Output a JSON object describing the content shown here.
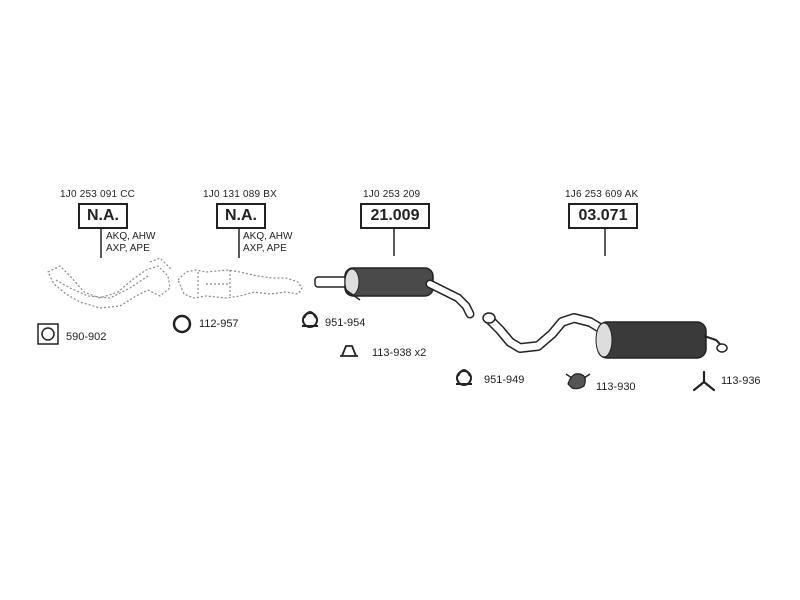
{
  "assemblies": [
    {
      "oem": "1J0 253 091 CC",
      "part": "N.A.",
      "engine_line1": "AKQ, AHW",
      "engine_line2": "AXP, APE"
    },
    {
      "oem": "1J0 131 089 BX",
      "part": "N.A.",
      "engine_line1": "AKQ, AHW",
      "engine_line2": "AXP, APE"
    },
    {
      "oem": "1J0 253 209",
      "part": "21.009"
    },
    {
      "oem": "1J6 253 609 AK",
      "part": "03.071"
    }
  ],
  "accessories": [
    {
      "code": "590-902",
      "icon": "gasket-icon"
    },
    {
      "code": "112-957",
      "icon": "ring-icon"
    },
    {
      "code": "951-954",
      "icon": "clamp-icon"
    },
    {
      "code": "113-938 x2",
      "icon": "bracket-icon"
    },
    {
      "code": "951-949",
      "icon": "clamp-icon"
    },
    {
      "code": "113-930",
      "icon": "rubber-hanger-icon"
    },
    {
      "code": "113-936",
      "icon": "y-mount-icon"
    }
  ],
  "colors": {
    "line": "#222222",
    "muffler": "#3a3a3a",
    "dotted": "#888888"
  }
}
